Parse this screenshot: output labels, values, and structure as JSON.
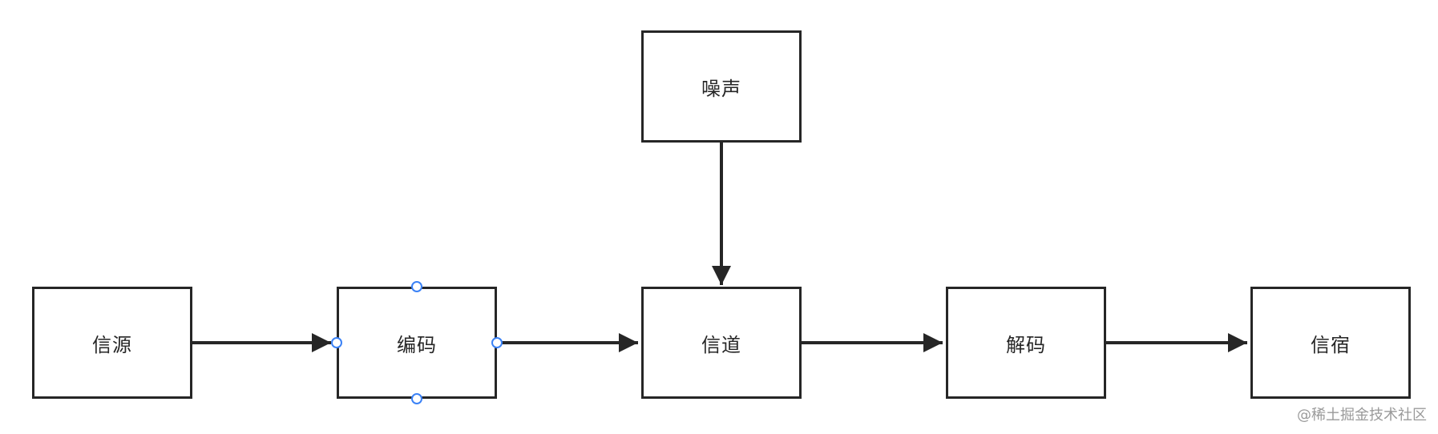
{
  "diagram": {
    "nodes": {
      "source": "信源",
      "encoder": "编码",
      "channel": "信道",
      "noise": "噪声",
      "decoder": "解码",
      "destination": "信宿"
    },
    "selected_node": "encoder",
    "colors": {
      "stroke": "#262626",
      "selection_handle": "#3b82f6"
    }
  },
  "watermark": "@稀土掘金技术社区"
}
